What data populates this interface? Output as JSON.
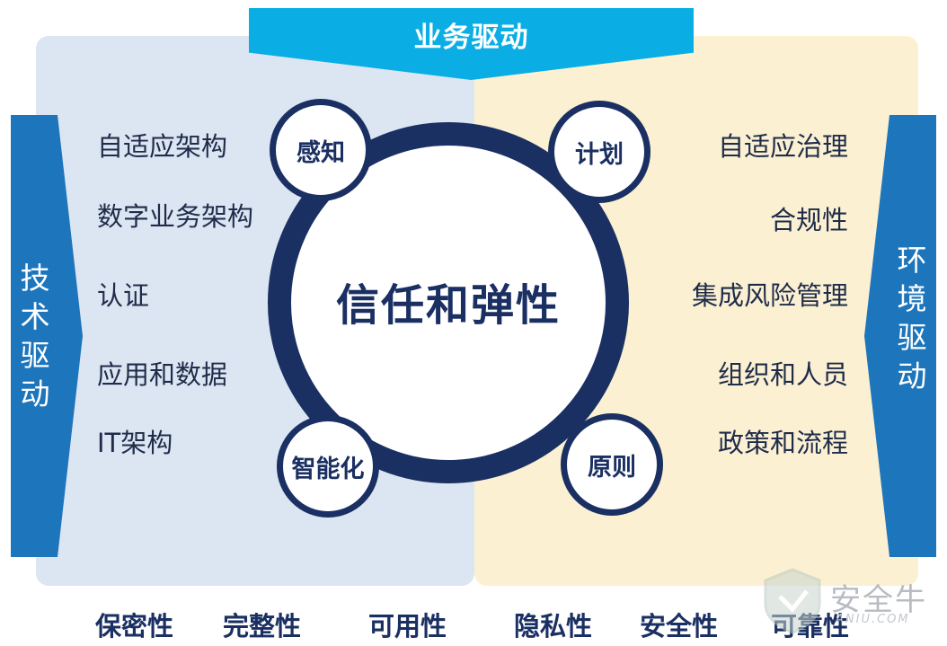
{
  "banner": {
    "label": "业务驱动"
  },
  "left_driver": {
    "label": "技术驱动"
  },
  "right_driver": {
    "label": "环境驱动"
  },
  "center": {
    "label": "信任和弹性"
  },
  "nodes": {
    "top_left": "感知",
    "top_right": "计划",
    "bottom_left": "智能化",
    "bottom_right": "原则"
  },
  "left_items": [
    "自适应架构",
    "数字业务架构",
    "认证",
    "应用和数据",
    "IT架构"
  ],
  "right_items": [
    "自适应治理",
    "合规性",
    "集成风险管理",
    "组织和人员",
    "政策和流程"
  ],
  "bottom_labels": [
    "保密性",
    "完整性",
    "可用性",
    "隐私性",
    "安全性",
    "可靠性"
  ],
  "watermark": {
    "text": "安全牛",
    "sub": "ANIU.COM"
  },
  "colors": {
    "navy": "#1a2f62",
    "banner_cyan": "#0aaee4",
    "arrow_blue": "#1d75bb",
    "left_panel": "#dce5f2",
    "right_panel": "#fbf0d2"
  }
}
